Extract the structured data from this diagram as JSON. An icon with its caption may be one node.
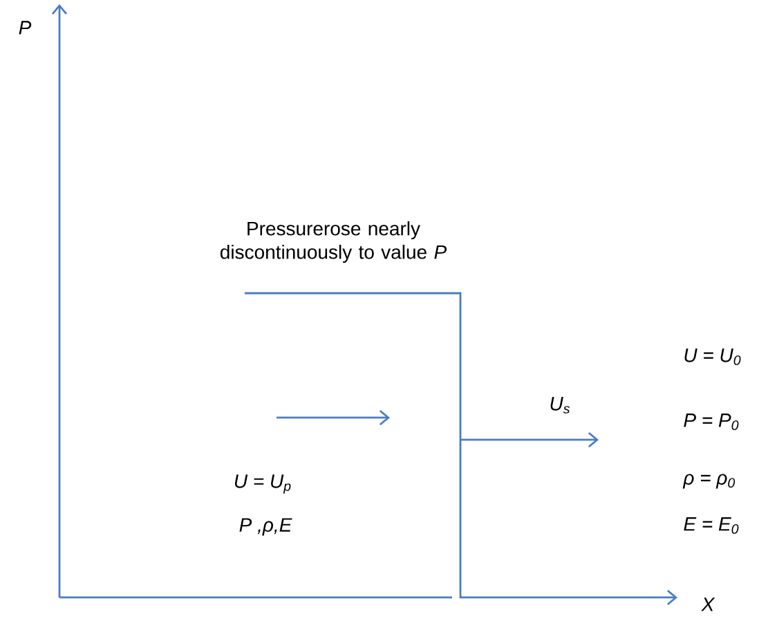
{
  "diagram": {
    "labels": [
      "P",
      "Pressurerose nearly discontinuously to value *P*",
      "U$_{s}$",
      "U = U$_{0}$",
      "P = P$_{0}$",
      "U = U$_{p}$",
      "ρ = ρ$_{0}$",
      "P ,ρ,E",
      "E = E$_{0}$",
      "X"
    ]
  }
}
